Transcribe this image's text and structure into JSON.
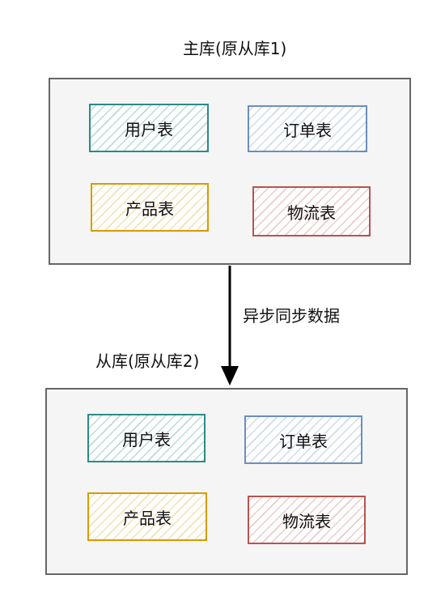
{
  "master": {
    "title": "主库(原从库1)",
    "tables": {
      "user": "用户表",
      "order": "订单表",
      "product": "产品表",
      "logistics": "物流表"
    }
  },
  "sync_label": "异步同步数据",
  "slave": {
    "title": "从库(原从库2)",
    "tables": {
      "user": "用户表",
      "order": "订单表",
      "product": "产品表",
      "logistics": "物流表"
    }
  },
  "colors": {
    "user": "#2a8b85",
    "order": "#6c8ebf",
    "product": "#d79b00",
    "logistics": "#b85450",
    "box_border": "#666666",
    "box_fill": "#f5f5f6"
  }
}
